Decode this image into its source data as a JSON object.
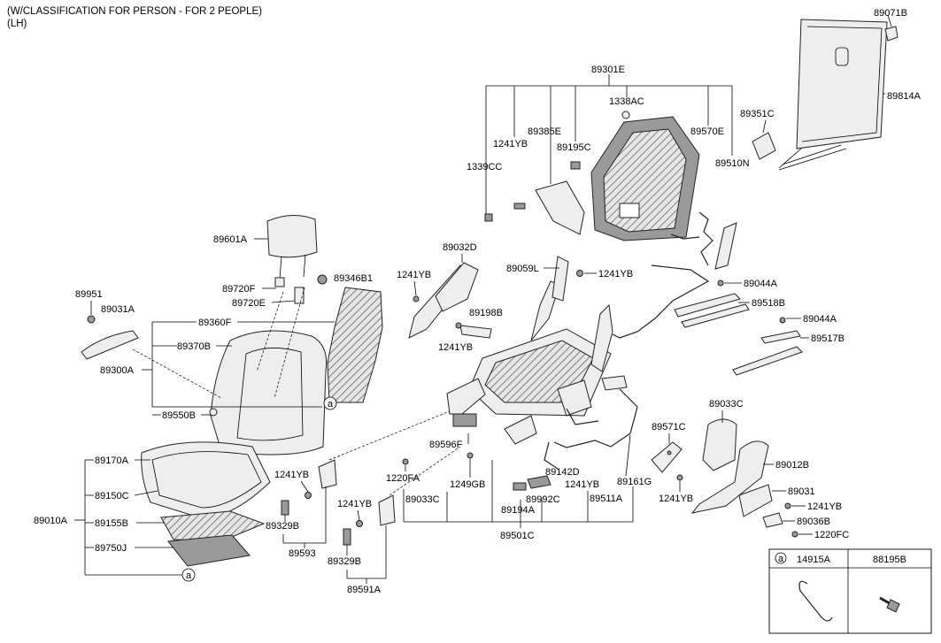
{
  "header": {
    "line1": "(W/CLASSIFICATION FOR PERSON - FOR 2 PEOPLE)",
    "line2": "(LH)"
  },
  "labels": {
    "89071B": "89071B",
    "89814A": "89814A",
    "89351C": "89351C",
    "89301E": "89301E",
    "1338AC": "1338AC",
    "89385E": "89385E",
    "1241YB_a": "1241YB",
    "89195C": "89195C",
    "89570E": "89570E",
    "1339CC": "1339CC",
    "89510N": "89510N",
    "89601A": "89601A",
    "89032D": "89032D",
    "89059L": "89059L",
    "1241YB_b": "1241YB",
    "1241YB_c": "1241YB",
    "89044A_a": "89044A",
    "89720F": "89720F",
    "89346B1": "89346B1",
    "89720E": "89720E",
    "89518B": "89518B",
    "89951": "89951",
    "89031A": "89031A",
    "89198B": "89198B",
    "89360F": "89360F",
    "89044A_b": "89044A",
    "89370B": "89370B",
    "1241YB_d": "1241YB",
    "89517B": "89517B",
    "89300A": "89300A",
    "89033C_a": "89033C",
    "89550B": "89550B",
    "89596F": "89596F",
    "89571C": "89571C",
    "89170A": "89170A",
    "89012B": "89012B",
    "1241YB_e": "1241YB",
    "1220FA": "1220FA",
    "89142D": "89142D",
    "1249GB": "1249GB",
    "1241YB_f": "1241YB",
    "89161G": "89161G",
    "89150C": "89150C",
    "89033C_b": "89033C",
    "89992C": "89992C",
    "89511A": "89511A",
    "1241YB_g": "1241YB",
    "89031": "89031",
    "1241YB_h": "1241YB",
    "89194A": "89194A",
    "1241YB_i": "1241YB",
    "89010A": "89010A",
    "89155B": "89155B",
    "89329B_a": "89329B",
    "89036B": "89036B",
    "89501C": "89501C",
    "1220FC": "1220FC",
    "89750J": "89750J",
    "89593": "89593",
    "89329B_b": "89329B",
    "89591A": "89591A",
    "callout_a1": "a",
    "callout_a2": "a"
  },
  "legend": {
    "key": "a",
    "part1": "14915A",
    "part2": "88195B"
  }
}
